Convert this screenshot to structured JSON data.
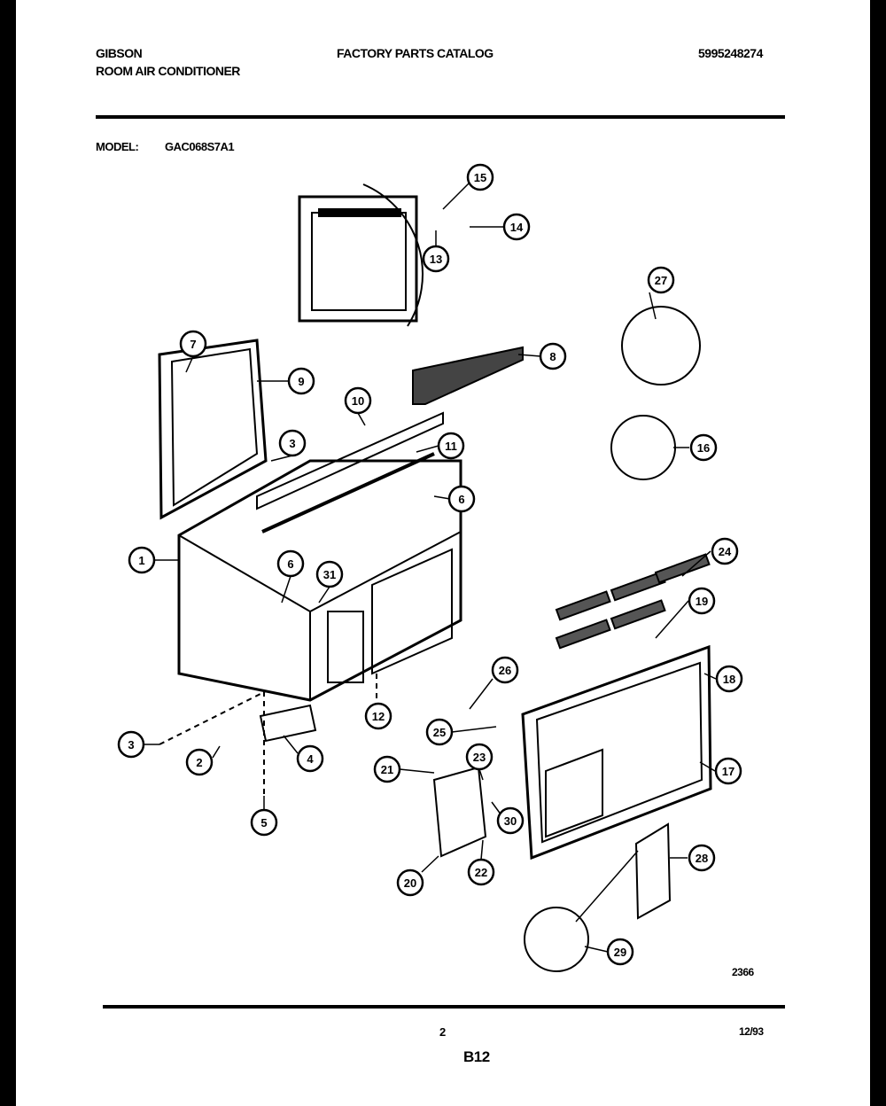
{
  "header": {
    "brand": "GIBSON",
    "product": "ROOM AIR CONDITIONER",
    "catalog_title": "FACTORY PARTS CATALOG",
    "catalog_number": "5995248274",
    "model_label": "MODEL:",
    "model_value": "GAC068S7A1"
  },
  "diagram": {
    "drawing_number": "2366",
    "callouts": [
      "15",
      "14",
      "13",
      "27",
      "7",
      "8",
      "9",
      "10",
      "3",
      "11",
      "16",
      "6",
      "1",
      "24",
      "6",
      "31",
      "19",
      "26",
      "18",
      "12",
      "25",
      "3",
      "2",
      "4",
      "21",
      "23",
      "17",
      "30",
      "5",
      "20",
      "22",
      "28",
      "29"
    ]
  },
  "footer": {
    "page_number": "2",
    "date": "12/93",
    "section": "B12"
  }
}
